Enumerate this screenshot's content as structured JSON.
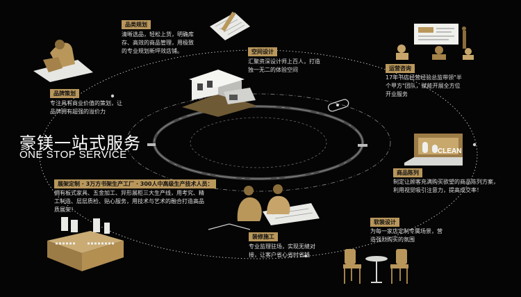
{
  "title": {
    "chinese": "豪镁一站式服务",
    "english": "ONE STOP SERVICE"
  },
  "colors": {
    "accent": "#b9975b",
    "background": "#050505",
    "text": "#dedede"
  },
  "services": [
    {
      "id": "category",
      "label": "品类规划",
      "desc_lines": [
        "清晰选品，轻松上货，明确库",
        "存、高效的商品管理，用极致",
        "的专业规划新坪效店铺。"
      ]
    },
    {
      "id": "space",
      "label": "空间设计",
      "desc_lines": [
        "汇聚资深设计师上百人，打造",
        "独一无二的体验空间"
      ]
    },
    {
      "id": "operation",
      "label": "运营咨询",
      "desc_lines": [
        "17年书店经营经验总监带领\"半",
        "个甲方\"团队，赋能开展全方位",
        "开业服务"
      ]
    },
    {
      "id": "display",
      "label": "商品陈列",
      "desc_lines": [
        "制定让顾客充满购买欲望的商品陈列方案，",
        "利用视觉吸引注意力，提高成交率！"
      ]
    },
    {
      "id": "soft",
      "label": "软装设计",
      "desc_lines": [
        "为每一家店定制专属场景，营",
        "造强烈购买的氛围"
      ]
    },
    {
      "id": "construction",
      "label": "装修施工",
      "desc_lines": [
        "专业监理驻场，实现无缝对",
        "接，让客户省心省时省钱"
      ]
    },
    {
      "id": "shelf",
      "label": "展架定制 · 3万方书架生产工厂 · 300人中高级生产技术人员：",
      "desc_lines": [
        "拥有板式家具、五金加工、异形展柜三大生产线，用考究、精",
        "工制造、层层质检、贴心服务，用技术与艺术的融合打造高品",
        "质展架！"
      ]
    },
    {
      "id": "brand",
      "label": "品牌策划",
      "desc_lines": [
        "专注具有商业价值的策划，让",
        "品牌拥有超强的溢价力"
      ]
    }
  ],
  "ring_text": {
    "clean": "CLEAN"
  }
}
